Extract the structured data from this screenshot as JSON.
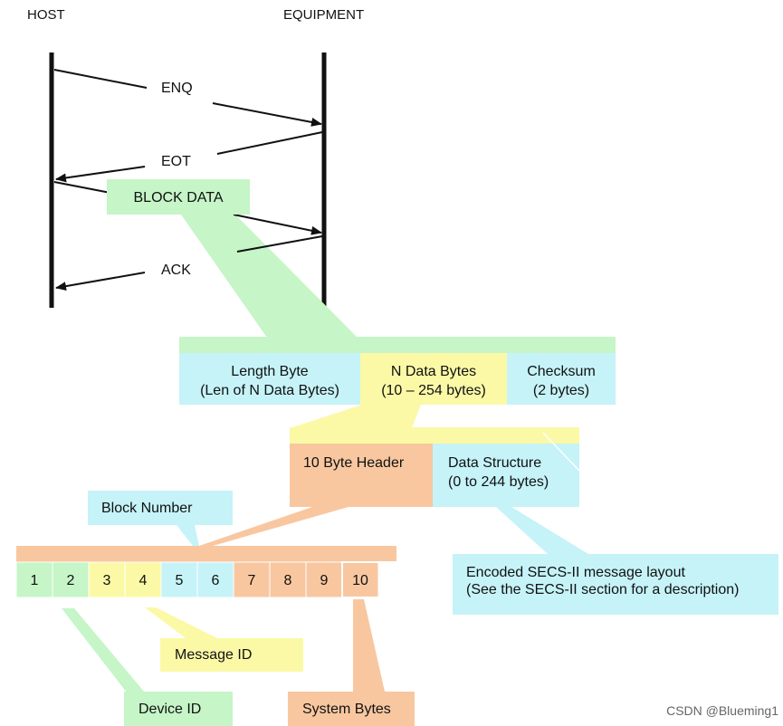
{
  "header": {
    "host": "HOST",
    "equipment": "EQUIPMENT"
  },
  "messages": {
    "enq": "ENQ",
    "eot": "EOT",
    "block_data": "BLOCK DATA",
    "ack": "ACK"
  },
  "block": {
    "length": {
      "line1": "Length Byte",
      "line2": "(Len of N Data Bytes)"
    },
    "data": {
      "line1": "N Data Bytes",
      "line2": "(10 – 254 bytes)"
    },
    "checksum": {
      "line1": "Checksum",
      "line2": "(2 bytes)"
    }
  },
  "data_bytes": {
    "header": "10 Byte Header",
    "structure": {
      "line1": "Data Structure",
      "line2": "(0 to 244 bytes)"
    }
  },
  "header_bytes": [
    "1",
    "2",
    "3",
    "4",
    "5",
    "6",
    "7",
    "8",
    "9",
    "10"
  ],
  "callouts": {
    "block_number": "Block Number",
    "encoded": {
      "line1": "Encoded SECS-II message layout",
      "line2": "(See the SECS-II section for a description)"
    },
    "message_id": "Message ID",
    "device_id": "Device ID",
    "system_bytes": "System Bytes"
  },
  "watermark": "CSDN @Blueming1",
  "colors": {
    "green": "#c6f5c7",
    "cyan": "#c5f3f8",
    "yellow": "#fbf9a6",
    "orange": "#f8c7a0",
    "line": "#111111"
  }
}
